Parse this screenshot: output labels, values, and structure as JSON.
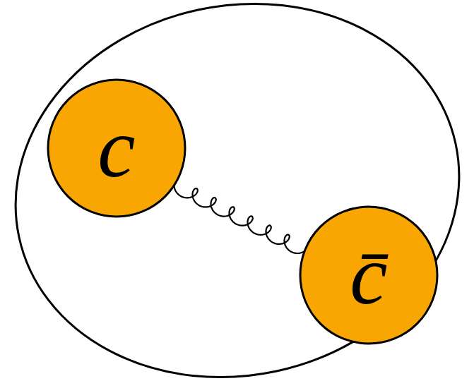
{
  "diagram": {
    "nodes": [
      {
        "text": [
          "c"
        ]
      },
      {
        "text": [
          "c̄"
        ]
      }
    ],
    "edges": [
      {
        "from": 0,
        "to": 1,
        "arrow": "none"
      }
    ]
  }
}
